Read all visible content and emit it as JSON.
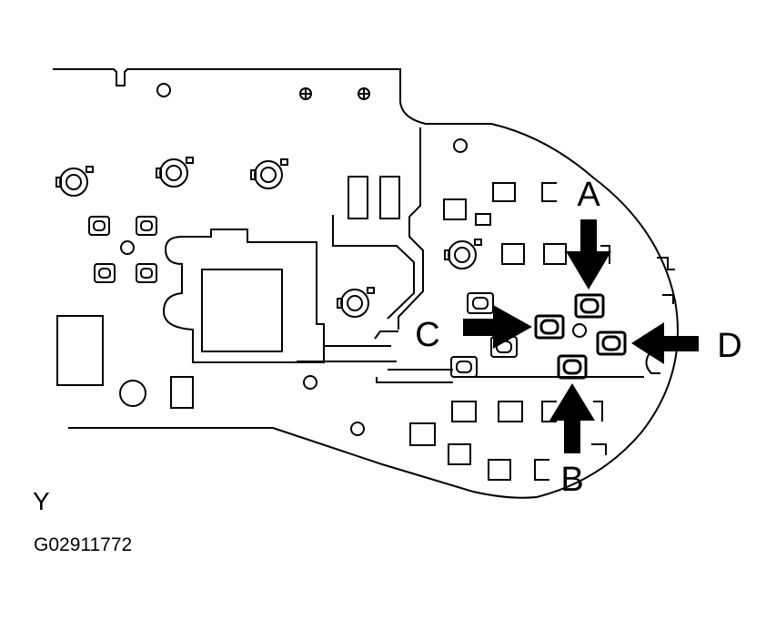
{
  "diagram": {
    "callouts": {
      "a": "A",
      "b": "B",
      "c": "C",
      "d": "D"
    },
    "corner_letter": "Y",
    "figure_code": "G02911772",
    "colors": {
      "line": "#000000",
      "background": "#ffffff"
    }
  }
}
